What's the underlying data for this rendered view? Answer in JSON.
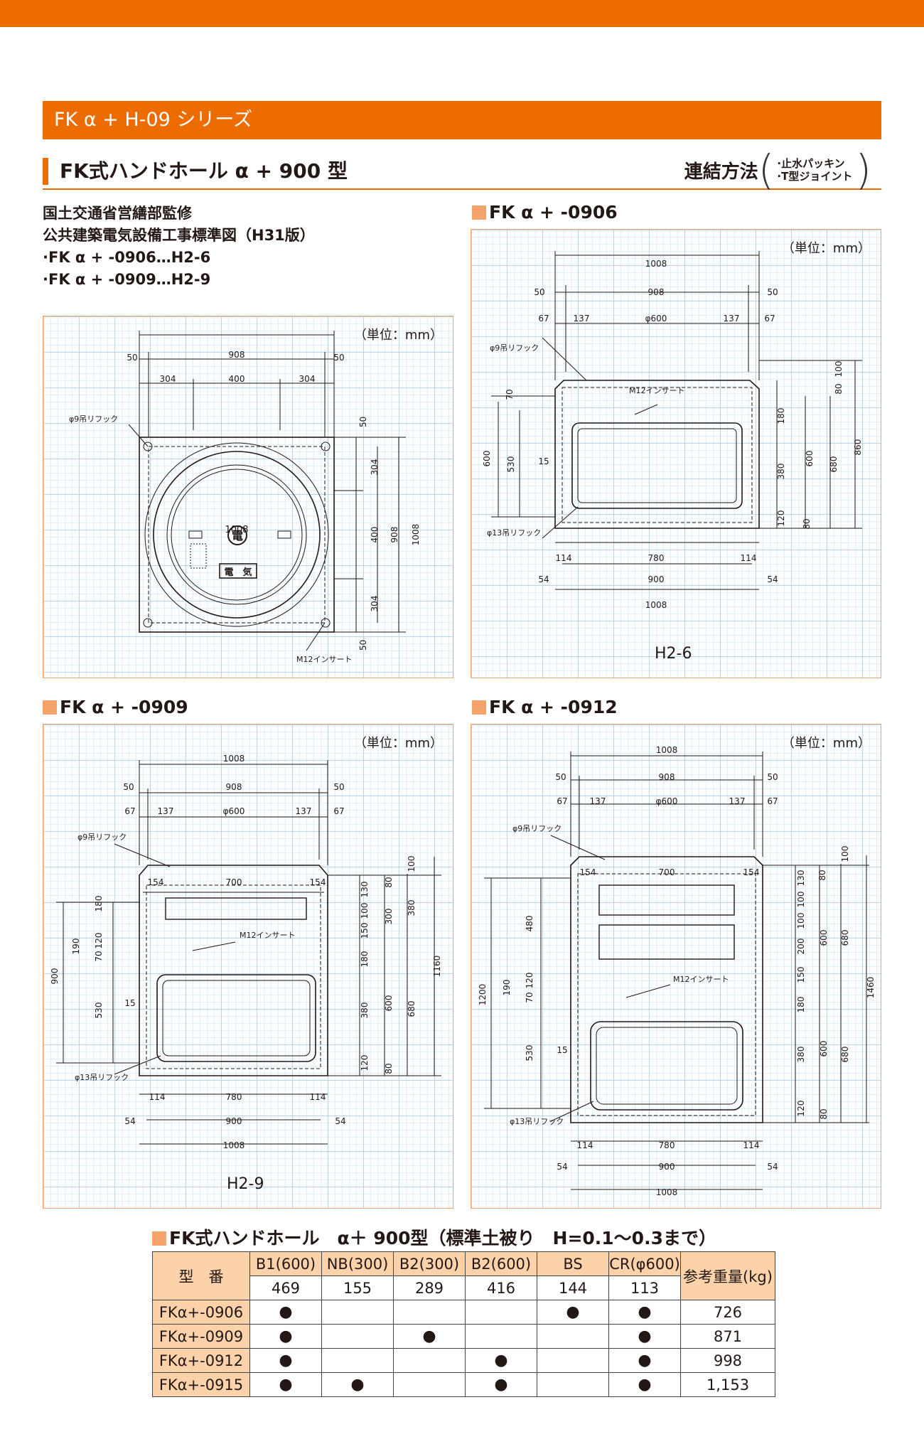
{
  "header": {
    "series": "FK α + H-09 シリーズ",
    "title": "FK式ハンドホール α + 900 型",
    "connection_label": "連結方法",
    "connection_items": [
      "·止水パッキン",
      "·T型ジョイント"
    ]
  },
  "intro": {
    "lines": [
      "国土交通省営繕部監修",
      "公共建築電気設備工事標準図（H31版）",
      "·FK α + -0906…H2-6",
      "·FK α + -0909…H2-9"
    ]
  },
  "drawings": {
    "unit": "（単位：mm）",
    "plan": {
      "dims": [
        "1008",
        "50",
        "908",
        "50",
        "304",
        "400",
        "304",
        "50",
        "304",
        "400",
        "304",
        "908",
        "1008",
        "50"
      ],
      "notes": {
        "hook": "φ9吊リフック",
        "insert": "M12インサート"
      },
      "mark_den": "電",
      "mark_plate": "電　気"
    },
    "d0906": {
      "title": "FK α + -0906",
      "label": "H2-6",
      "dims_top": [
        "1008",
        "50",
        "908",
        "50",
        "67",
        "137",
        "φ600",
        "137",
        "67"
      ],
      "dims_left": [
        "70",
        "600",
        "530",
        "15"
      ],
      "dims_right": [
        "100",
        "80",
        "180",
        "380",
        "120",
        "80",
        "600",
        "680",
        "860"
      ],
      "dims_bottom": [
        "114",
        "780",
        "114",
        "54",
        "900",
        "54",
        "1008"
      ],
      "notes": {
        "hook9": "φ9吊リフック",
        "insert": "M12インサート",
        "hook13": "φ13吊リフック"
      }
    },
    "d0909": {
      "title": "FK α + -0909",
      "label": "H2-9",
      "dims_top": [
        "1008",
        "50",
        "908",
        "50",
        "67",
        "137",
        "φ600",
        "137",
        "67",
        "154",
        "700",
        "154"
      ],
      "dims_left": [
        "180",
        "190",
        "120",
        "70",
        "900",
        "530",
        "15"
      ],
      "dims_right": [
        "130",
        "80",
        "100",
        "300",
        "380",
        "150",
        "180",
        "380",
        "600",
        "680",
        "120",
        "80",
        "100",
        "1160"
      ],
      "dims_bottom": [
        "114",
        "780",
        "114",
        "54",
        "900",
        "54",
        "1008"
      ],
      "notes": {
        "hook9": "φ9吊リフック",
        "insert": "M12インサート",
        "hook13": "φ13吊リフック"
      }
    },
    "d0912": {
      "title": "FK α + -0912",
      "dims_top": [
        "1008",
        "50",
        "908",
        "50",
        "67",
        "137",
        "φ600",
        "137",
        "67",
        "154",
        "700",
        "154"
      ],
      "dims_left": [
        "480",
        "190",
        "120",
        "70",
        "1200",
        "530",
        "15"
      ],
      "dims_right": [
        "130",
        "80",
        "100",
        "100",
        "200",
        "600",
        "680",
        "150",
        "180",
        "380",
        "600",
        "680",
        "120",
        "80",
        "100",
        "1460"
      ],
      "dims_bottom": [
        "114",
        "780",
        "114",
        "54",
        "900",
        "54",
        "1008"
      ],
      "notes": {
        "hook9": "φ9吊リフック",
        "insert": "M12インサート",
        "hook13": "φ13吊リフック"
      }
    }
  },
  "table": {
    "title": "FK式ハンドホール　α＋ 900型（標準土被り　H=0.1～0.3まで）",
    "model_header": "型　番",
    "weight_header": "参考重量(kg)",
    "columns": [
      {
        "name": "B1(600)",
        "weight": "469"
      },
      {
        "name": "NB(300)",
        "weight": "155"
      },
      {
        "name": "B2(300)",
        "weight": "289"
      },
      {
        "name": "B2(600)",
        "weight": "416"
      },
      {
        "name": "BS",
        "weight": "144"
      },
      {
        "name": "CR(φ600)",
        "weight": "113"
      }
    ],
    "rows": [
      {
        "model": "FKα+-0906",
        "marks": [
          "●",
          "",
          "",
          "",
          "●",
          "●"
        ],
        "weight": "726"
      },
      {
        "model": "FKα+-0909",
        "marks": [
          "●",
          "",
          "●",
          "",
          "",
          "●"
        ],
        "weight": "871"
      },
      {
        "model": "FKα+-0912",
        "marks": [
          "●",
          "",
          "",
          "●",
          "",
          "●"
        ],
        "weight": "998"
      },
      {
        "model": "FKα+-0915",
        "marks": [
          "●",
          "●",
          "",
          "●",
          "",
          "●"
        ],
        "weight": "1,153"
      }
    ]
  },
  "colors": {
    "accent": "#ed6c00",
    "panel_border": "#f2a46a",
    "grid": "#b7d6ee",
    "table_header": "#fbd2a9"
  }
}
